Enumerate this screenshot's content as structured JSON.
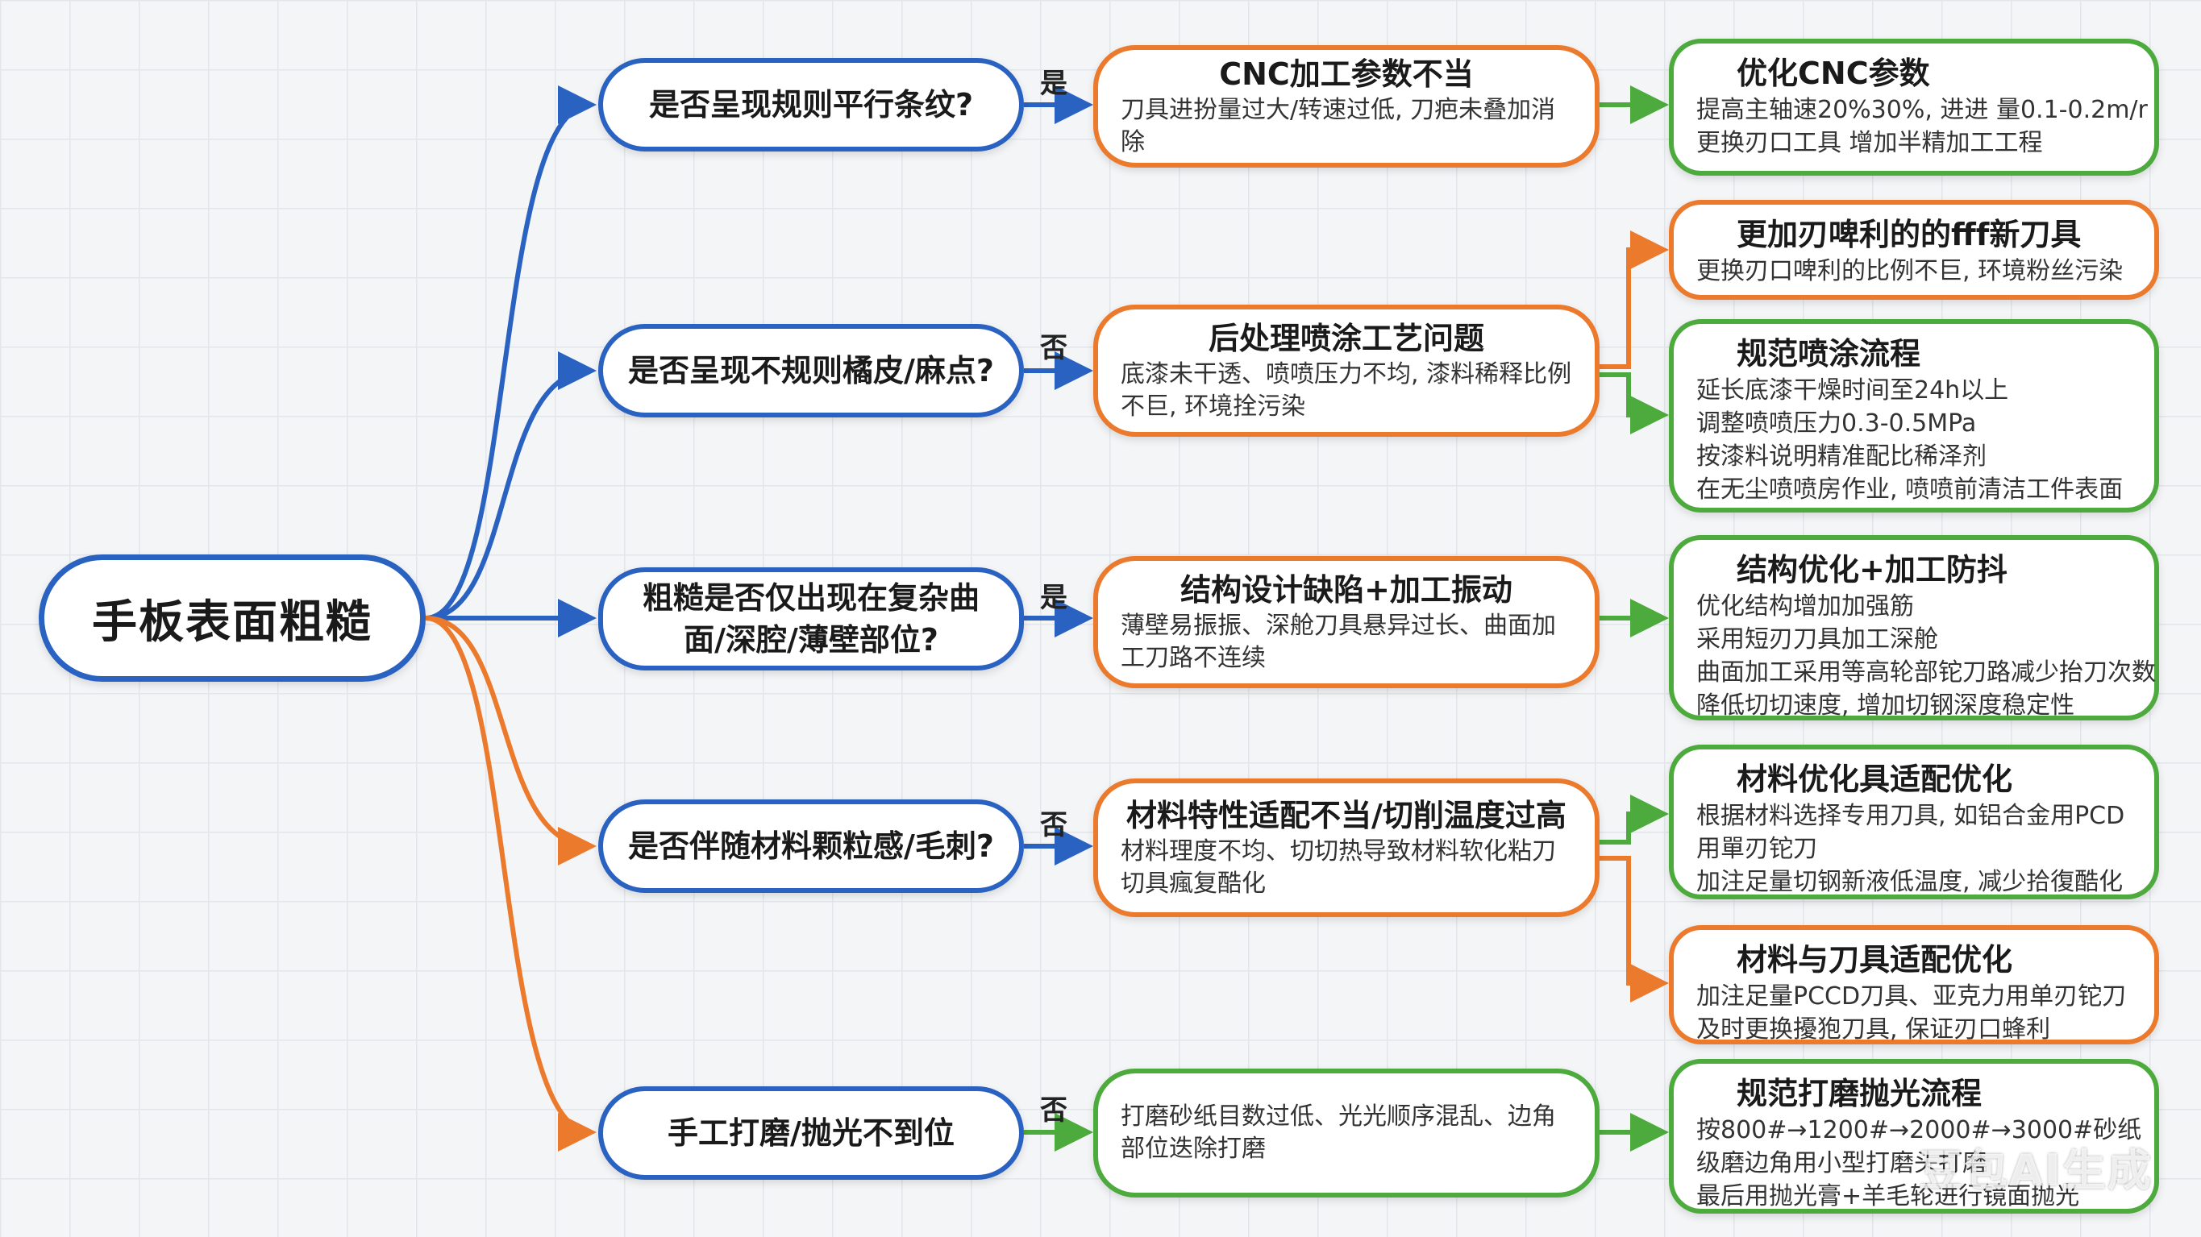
{
  "root": {
    "label": "手板表面粗糙"
  },
  "colors": {
    "question_blue": "#2a62c2",
    "cause_orange": "#ec7a2c",
    "solution_green": "#4daa3c"
  },
  "branches": [
    {
      "question": "是否呈现规则平行条纹?",
      "answer": "是",
      "cause": {
        "title": "CNC加工参数不当",
        "desc": "刀具进扮量过大/转速过低, 刀疤未叠加消除"
      },
      "solutions": [
        {
          "title": "优化CNC参数",
          "lines": [
            "提高主轴速20%30%, 进进 量0.1-0.2m/r",
            "更换刃口工具 增加半精加工工程"
          ]
        }
      ]
    },
    {
      "question": "是否呈现不规则橘皮/麻点?",
      "answer": "否",
      "cause": {
        "title": "后处理喷涂工艺问题",
        "desc": "底漆未干透、喷喷压力不均, 漆料稀释比例不巨, 环境拴污染"
      },
      "solutions": [
        {
          "title": "更加刃啤利的的fff新刀具",
          "lines": [
            "更换刃口啤利的比例不巨, 环境粉丝污染"
          ]
        },
        {
          "title": "规范喷涂流程",
          "lines": [
            "延长底漆干燥时间至24h以上",
            "调整喷喷压力0.3-0.5MPa",
            "按漆料说明精准配比稀泽剂",
            "在无尘喷喷房作业, 喷喷前清洁工件表面"
          ]
        }
      ]
    },
    {
      "question": "粗糙是否仅出现在复杂曲面/深腔/薄壁部位?",
      "answer": "是",
      "cause": {
        "title": "结构设计缺陷+加工振动",
        "desc": "薄壁易振振、深舱刀具悬异过长、曲面加工刀路不连续"
      },
      "solutions": [
        {
          "title": "结构优化+加工防抖",
          "lines": [
            "优化结构增加加强筋",
            "采用短刃刀具加工深舱",
            "曲面加工采用等高轮部铊刀路减少抬刀次数",
            "降低切切速度, 增加切钢深度稳定性"
          ]
        }
      ]
    },
    {
      "question": "是否伴随材料颗粒感/毛刺?",
      "answer": "否",
      "cause": {
        "title": "材料特性适配不当/切削温度过高",
        "desc": "材料理度不均、切切热导致材料软化粘刀切具瘋复酷化"
      },
      "solutions": [
        {
          "title": "材料优化具适配优化",
          "lines": [
            "根据材料选择专用刀具, 如铝合金用PCD",
            "用單刃铊刀",
            "加注足量切钢新液低温度, 减少拾復酷化"
          ]
        },
        {
          "title": "材料与刀具适配优化",
          "lines": [
            "加注足量PCCD刀具、亚克力用单刃铊刀",
            "及时更换擾狍刀具, 保证刃口蜂利"
          ]
        }
      ]
    },
    {
      "question": "手工打磨/抛光不到位",
      "answer": "否",
      "cause": {
        "title": "",
        "desc": "打磨砂纸目数过低、光光顺序混乱、边角部位迭除打磨"
      },
      "solutions": [
        {
          "title": "规范打磨抛光流程",
          "lines": [
            "按800#→1200#→2000#→3000#砂纸",
            "级磨边角用小型打磨头打磨",
            "最后用抛光膏+羊毛轮进行镜面抛光"
          ]
        }
      ]
    }
  ],
  "watermark": "豆包AI生成"
}
